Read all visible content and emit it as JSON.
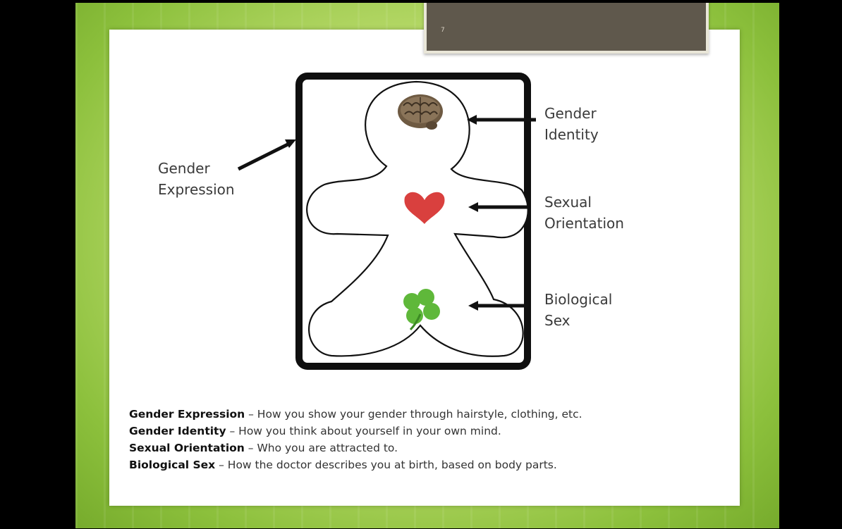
{
  "slide": {
    "number": "7"
  },
  "labels": {
    "gender_expression": "Gender\nExpression",
    "gender_identity": "Gender\nIdentity",
    "sexual_orientation": "Sexual\nOrientation",
    "biological_sex": "Biological\nSex"
  },
  "definitions": [
    {
      "term": "Gender Expression",
      "desc": " – How you show your gender through hairstyle, clothing, etc."
    },
    {
      "term": "Gender Identity",
      "desc": " – How you think about yourself in your own mind."
    },
    {
      "term": "Sexual Orientation",
      "desc": " – Who you are attracted to."
    },
    {
      "term": "Biological Sex",
      "desc": " – How the doctor describes you at birth, based on body parts."
    }
  ],
  "icons": {
    "head": "brain-icon",
    "chest": "heart-icon",
    "groin": "clover-icon"
  },
  "colors": {
    "frame": "#0f0f0f",
    "heart": "#d9403e",
    "clover": "#5fb83a",
    "brain": "#6e5a42",
    "title_tab": "#5f584c"
  }
}
